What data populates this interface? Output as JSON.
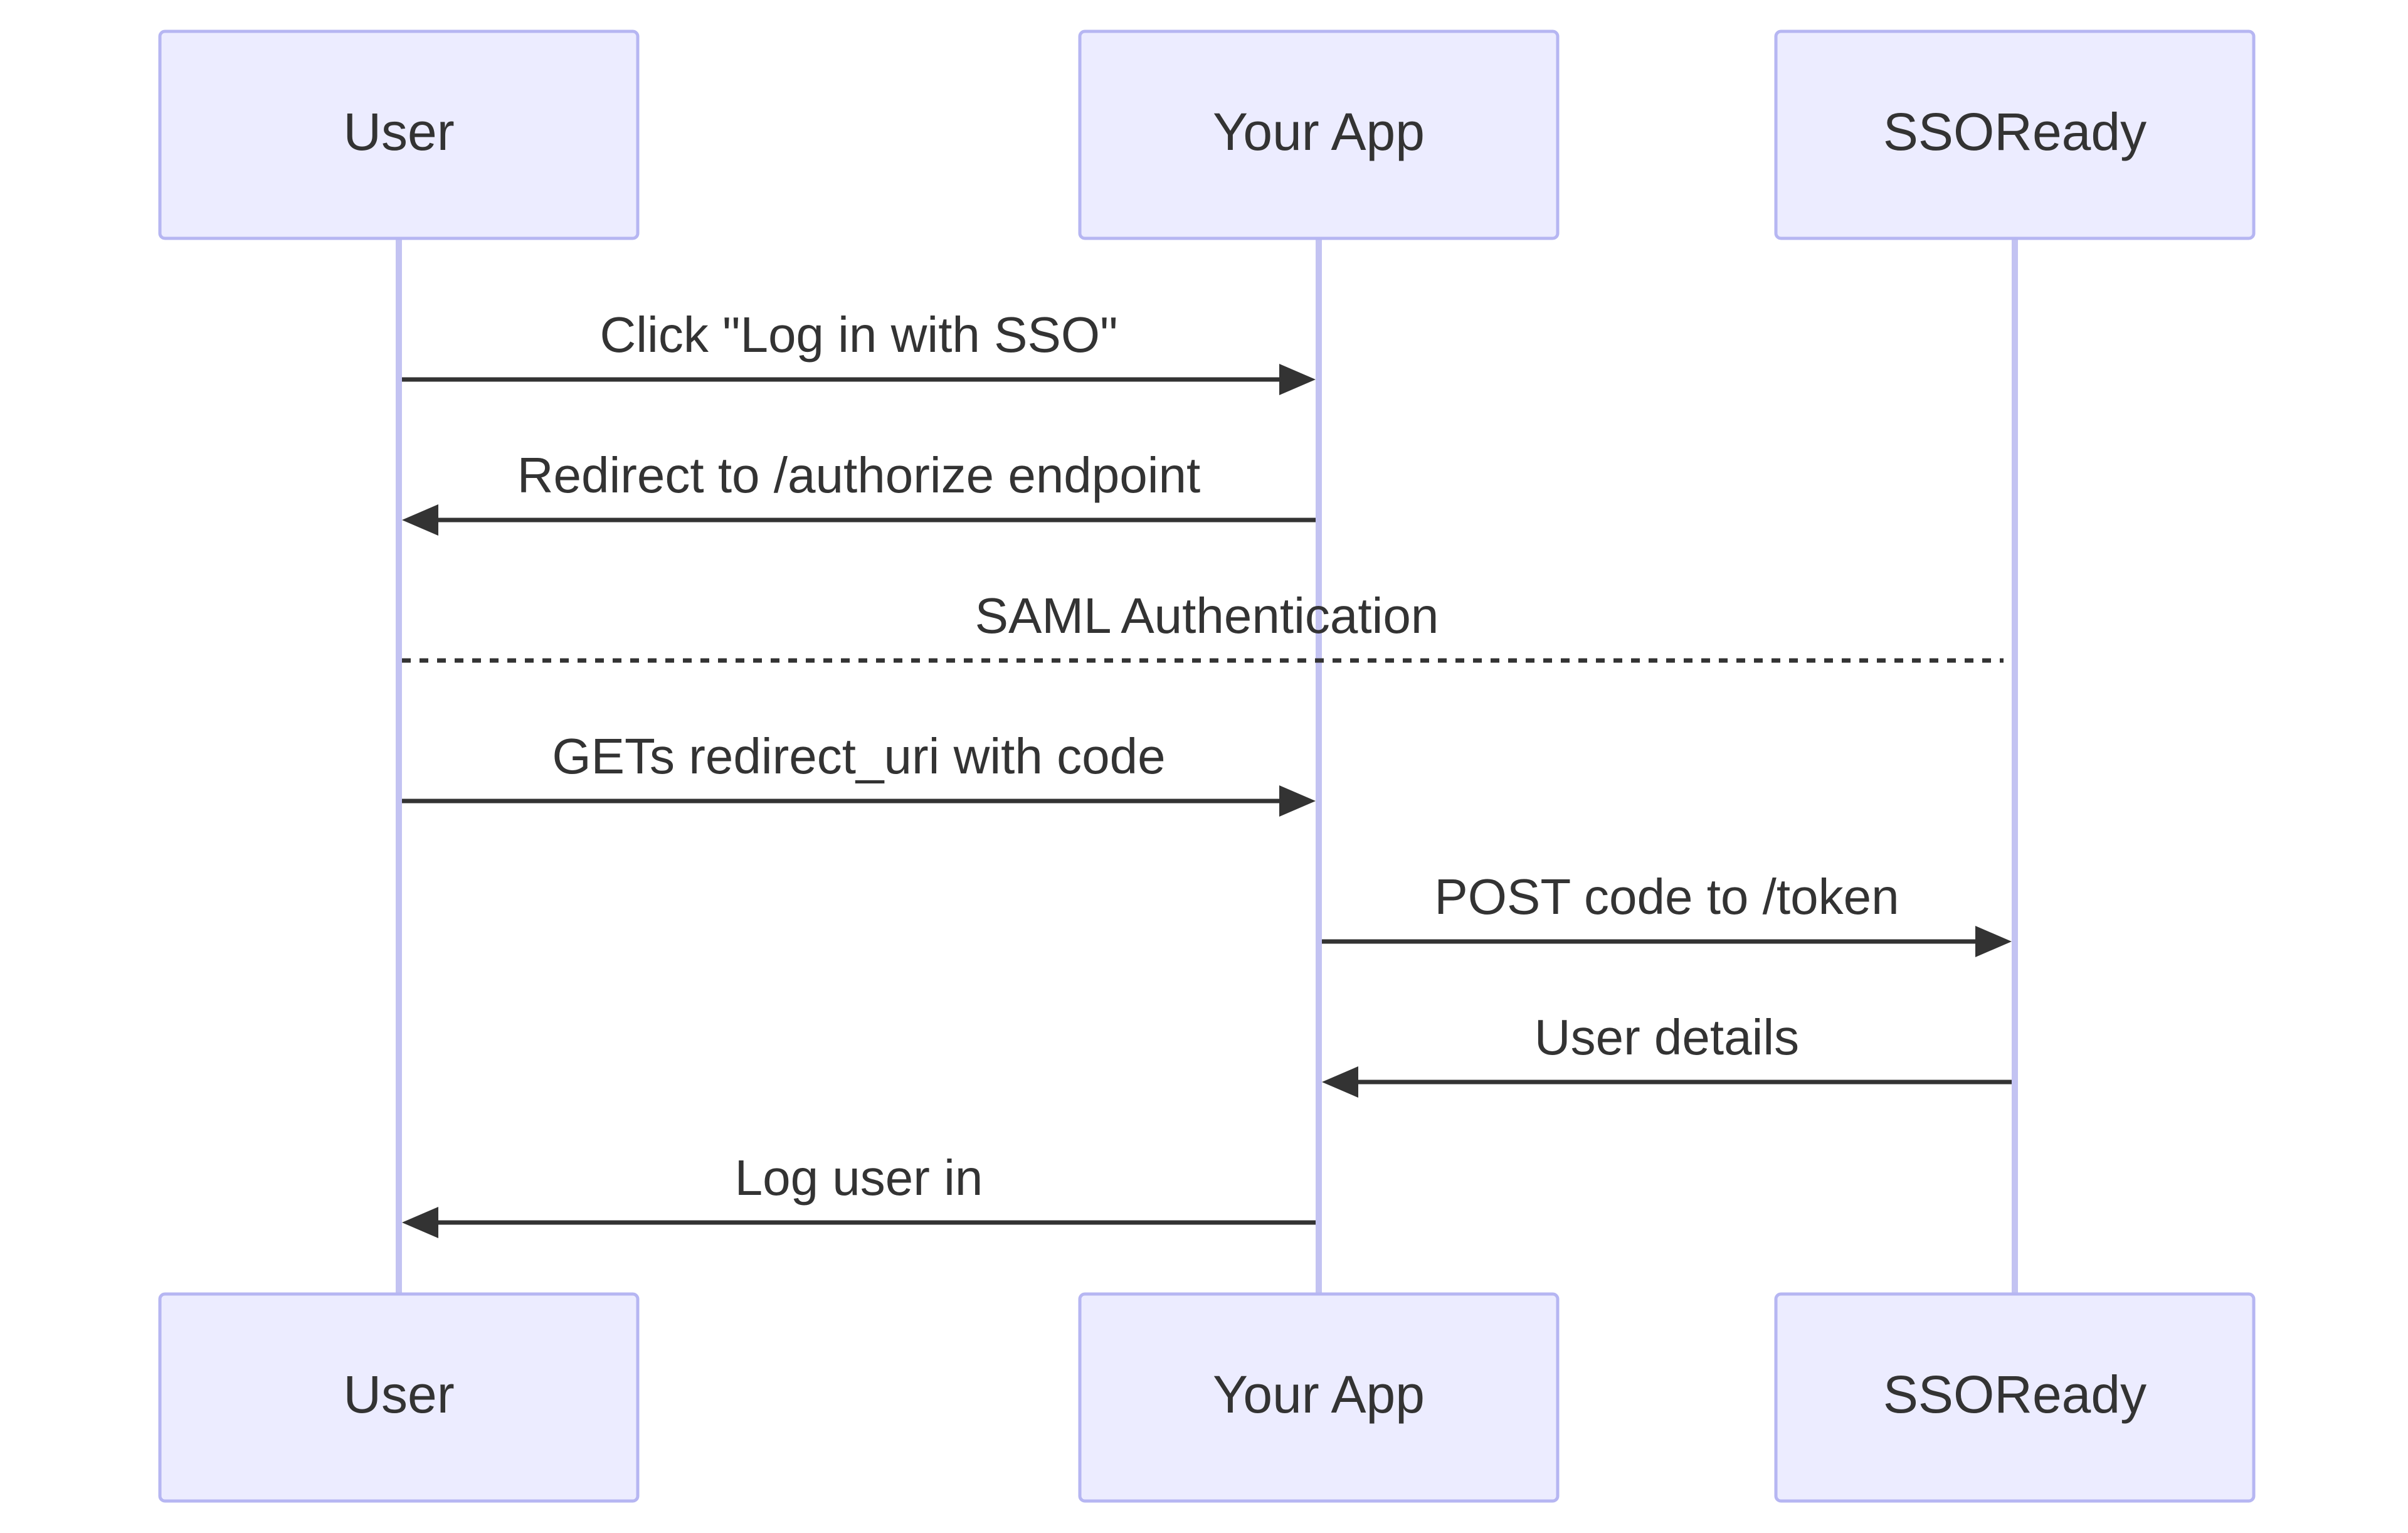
{
  "participants": [
    {
      "id": "user",
      "name": "User"
    },
    {
      "id": "app",
      "name": "Your App"
    },
    {
      "id": "ssoready",
      "name": "SSOReady"
    }
  ],
  "messages": [
    {
      "from": "user",
      "to": "app",
      "label": "Click \"Log in with SSO\"",
      "style": "solid",
      "arrow": true
    },
    {
      "from": "app",
      "to": "user",
      "label": "Redirect to /authorize endpoint",
      "style": "solid",
      "arrow": true
    },
    {
      "from": "user",
      "to": "ssoready",
      "label": "SAML Authentication",
      "style": "dotted",
      "arrow": false
    },
    {
      "from": "user",
      "to": "app",
      "label": "GETs redirect_uri with code",
      "style": "solid",
      "arrow": true
    },
    {
      "from": "app",
      "to": "ssoready",
      "label": "POST code to /token",
      "style": "solid",
      "arrow": true
    },
    {
      "from": "ssoready",
      "to": "app",
      "label": "User details",
      "style": "solid",
      "arrow": true
    },
    {
      "from": "app",
      "to": "user",
      "label": "Log user in",
      "style": "solid",
      "arrow": true
    }
  ],
  "colors": {
    "actor_fill": "#ececff",
    "actor_stroke": "#b6b6f2",
    "lifeline": "#c3c3f2",
    "message": "#333333"
  }
}
